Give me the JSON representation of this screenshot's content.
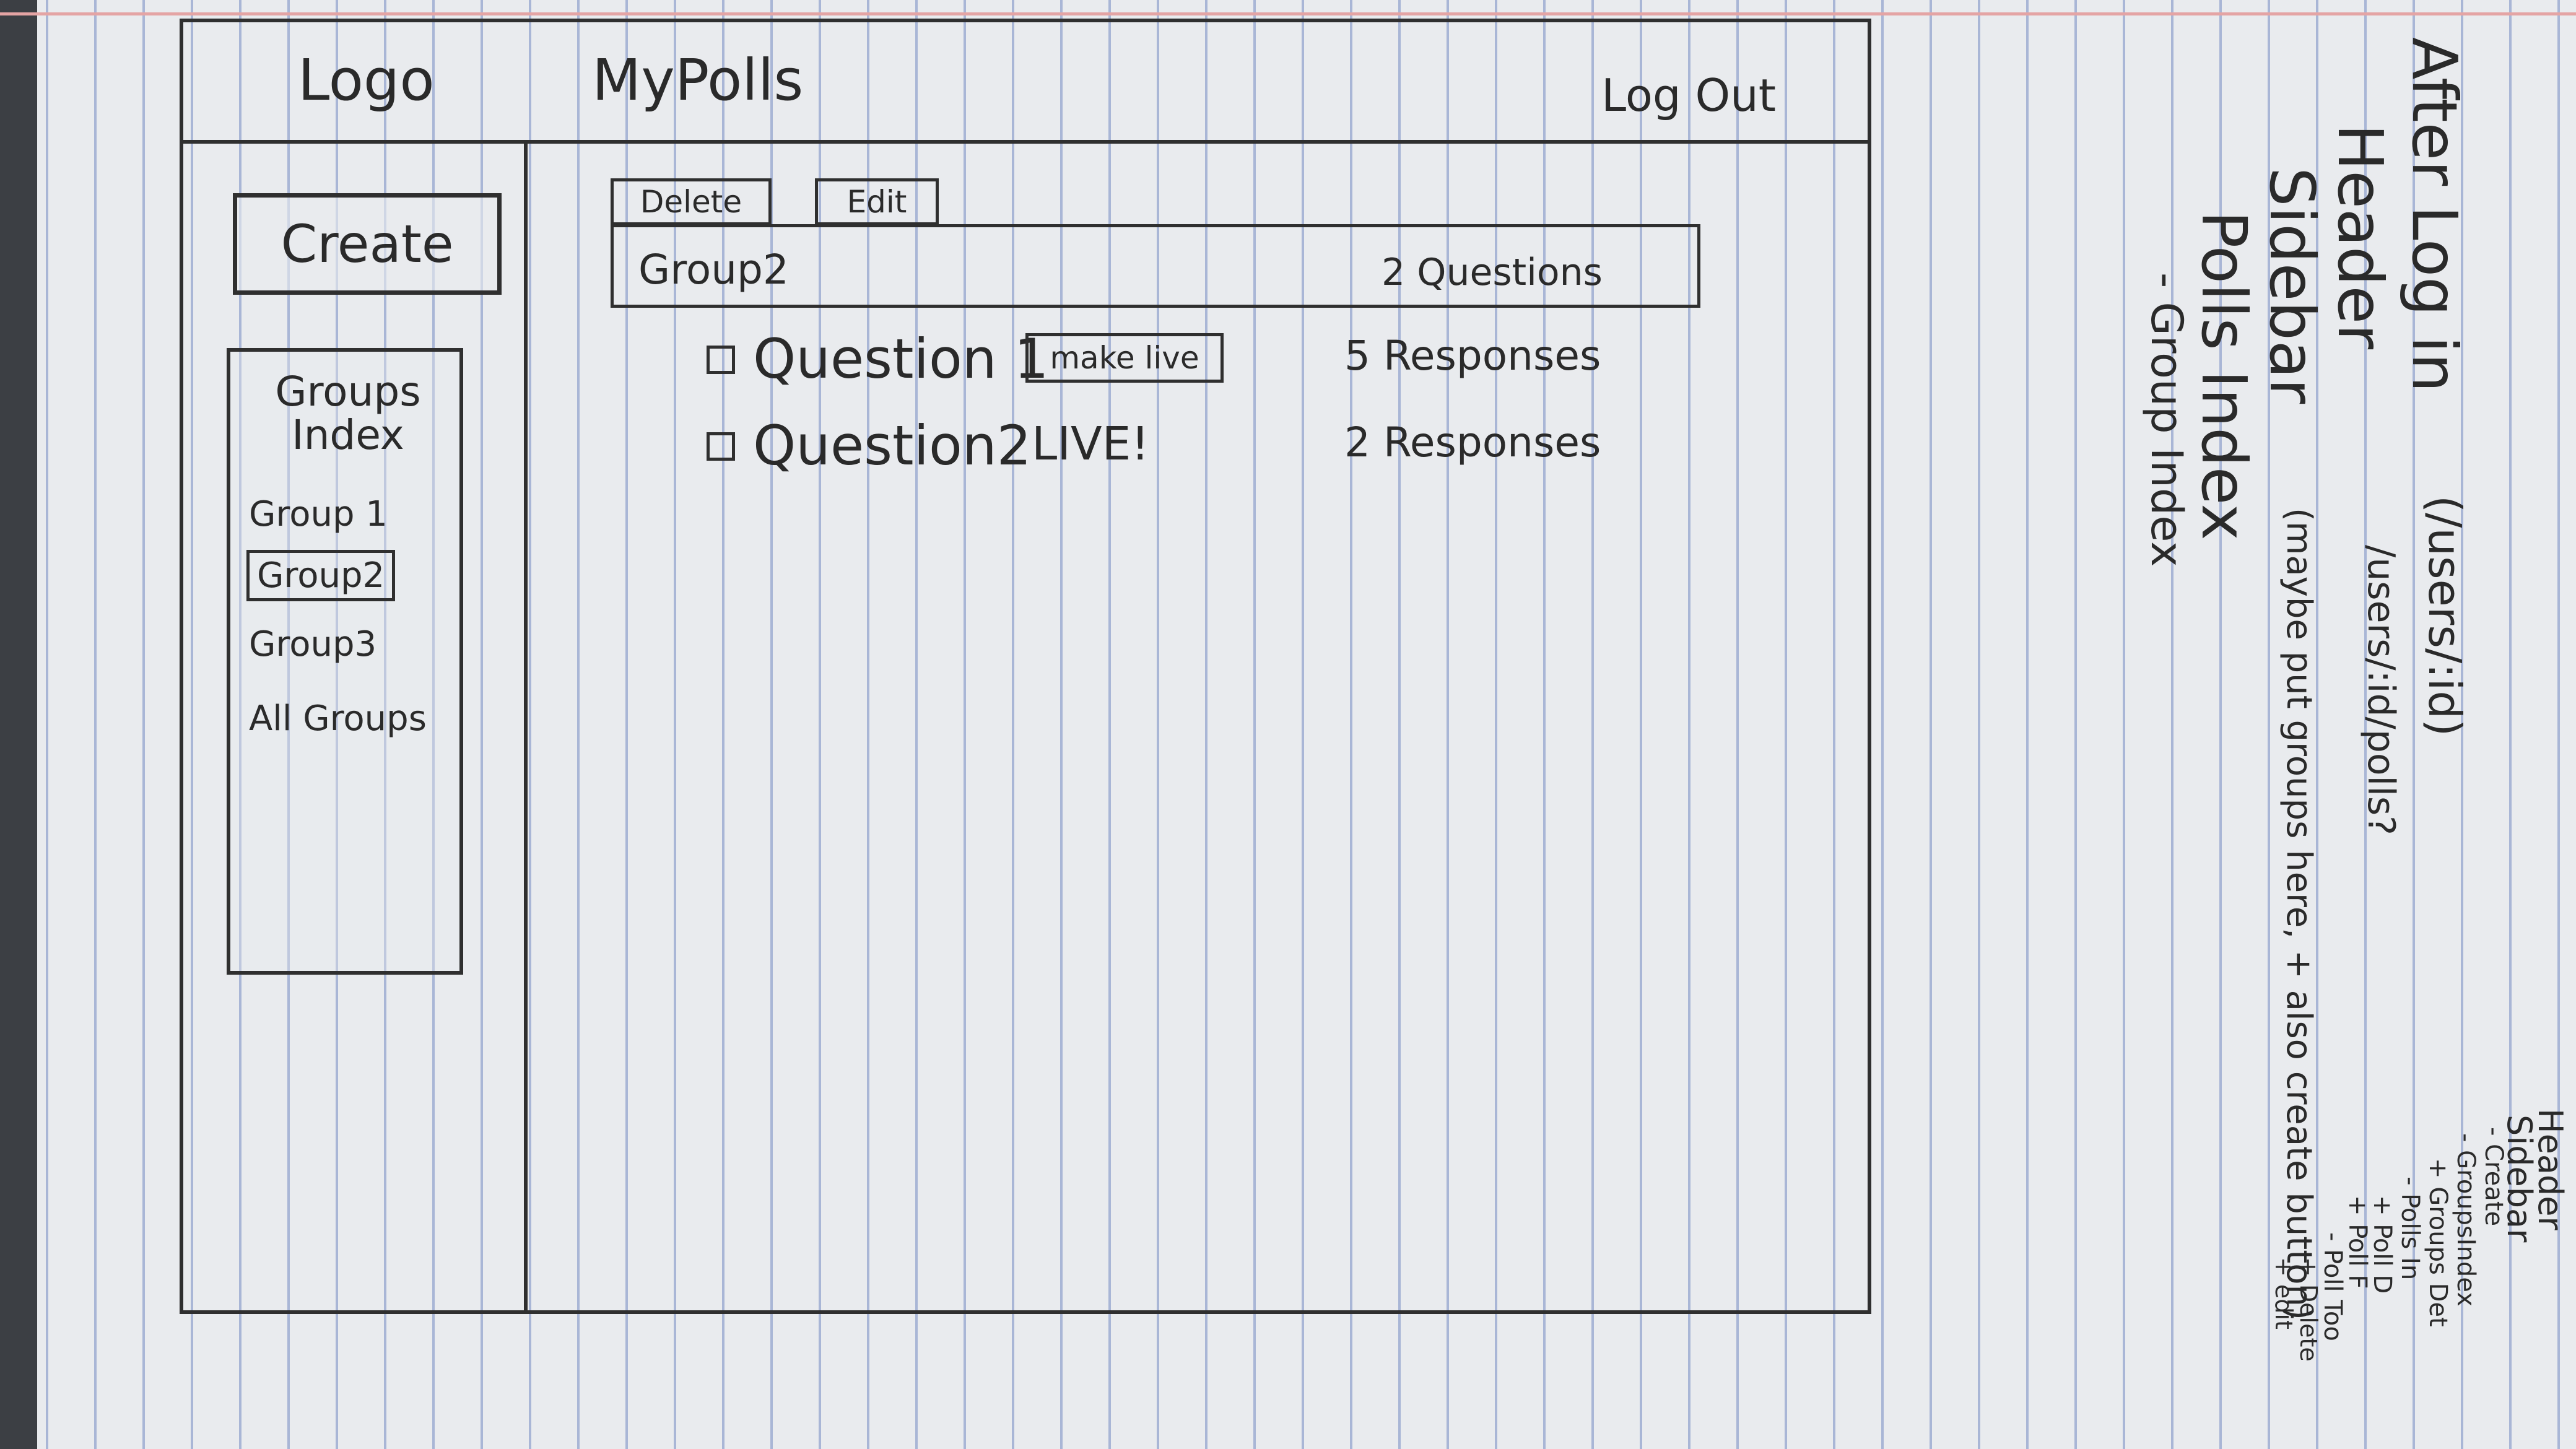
{
  "header": {
    "logo": "Logo",
    "title": "MyPolls",
    "logout": "Log Out"
  },
  "sidebar": {
    "create_label": "Create",
    "groups_index_title": "Groups Index",
    "groups": [
      {
        "label": "Group 1",
        "active": false
      },
      {
        "label": "Group2",
        "active": true
      },
      {
        "label": "Group3",
        "active": false
      },
      {
        "label": "All Groups",
        "active": false
      }
    ]
  },
  "toolbar": {
    "delete_label": "Delete",
    "edit_label": "Edit"
  },
  "group": {
    "name": "Group2",
    "count": "2 Questions"
  },
  "questions": [
    {
      "label": "Question 1",
      "action": "make live",
      "responses": "5 Responses"
    },
    {
      "label": "Question2",
      "status": "LIVE!",
      "responses": "2 Responses"
    }
  ],
  "notes": {
    "after_login": "After Log in",
    "header": "Header",
    "sidebar": "Sidebar",
    "polls_index": "Polls Index",
    "group_index": "- Group Index",
    "route1": "(/users/:id)",
    "route2": "/users/:id/polls?",
    "sidebar_note": "(maybe put groups here, + also create button)",
    "outline": [
      "Header",
      "Sidebar",
      "- Create",
      "- GroupsIndex",
      "+ Groups Det",
      "- Polls In",
      "+ Poll D",
      "+ Poll F",
      "- Poll Too",
      "+ Delete",
      "+ edit"
    ]
  }
}
